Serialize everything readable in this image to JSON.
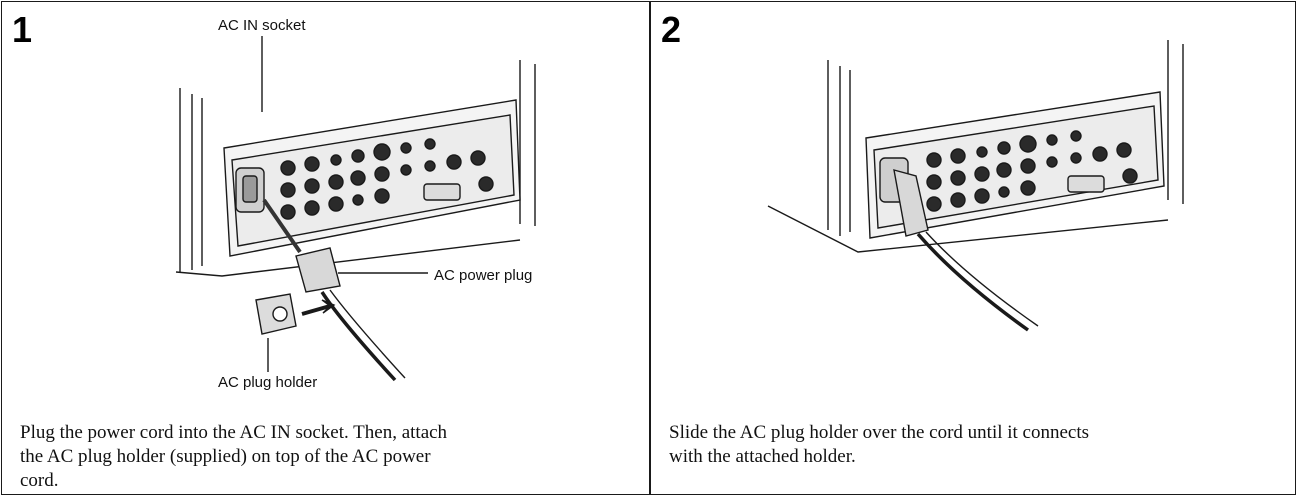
{
  "step1": {
    "number": "1",
    "label_ac_in_socket": "AC IN socket",
    "label_ac_power_plug": "AC power plug",
    "label_ac_plug_holder": "AC plug holder",
    "caption_lines": [
      "Plug the power cord into the AC IN socket. Then, attach",
      "the AC plug holder (supplied) on top of the AC power",
      "cord."
    ]
  },
  "step2": {
    "number": "2",
    "caption_lines": [
      "Slide the AC plug holder over the cord until it connects",
      "with the attached holder."
    ]
  }
}
